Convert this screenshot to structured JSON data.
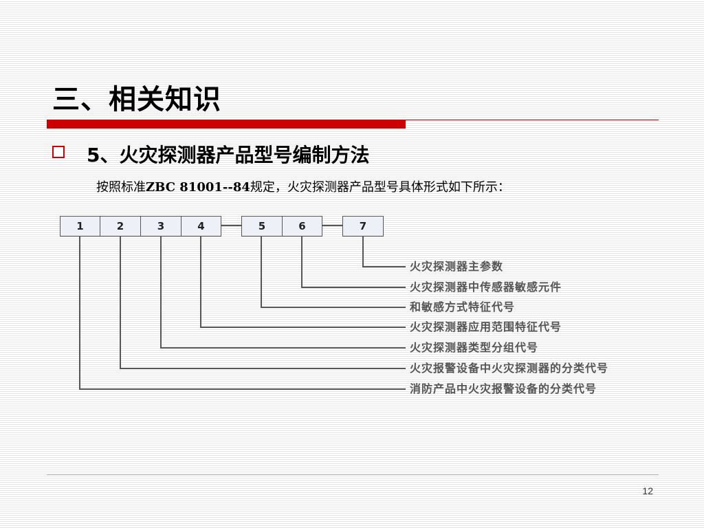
{
  "slide": {
    "title": "三、相关知识",
    "heading": "5、火灾探测器产品型号编制方法",
    "intro_prefix": "按照标准",
    "intro_standard": "ZBC 81001--84",
    "intro_suffix": "规定，火灾探测器产品型号具体形式如下所示：",
    "page_number": "12"
  },
  "diagram": {
    "cells": [
      "1",
      "2",
      "3",
      "4",
      "5",
      "6",
      "7"
    ],
    "labels": [
      "火灾探测器主参数",
      "火灾探测器中传感器敏感元件",
      "和敏感方式特征代号",
      "火灾探测器应用范围特征代号",
      "火灾探测器类型分组代号",
      "火灾报警设备中火灾探测器的分类代号",
      "消防产品中火灾报警设备的分类代号"
    ]
  },
  "colors": {
    "accent": "#cc0000",
    "diagram_line": "#555555",
    "label_text": "#555555"
  }
}
